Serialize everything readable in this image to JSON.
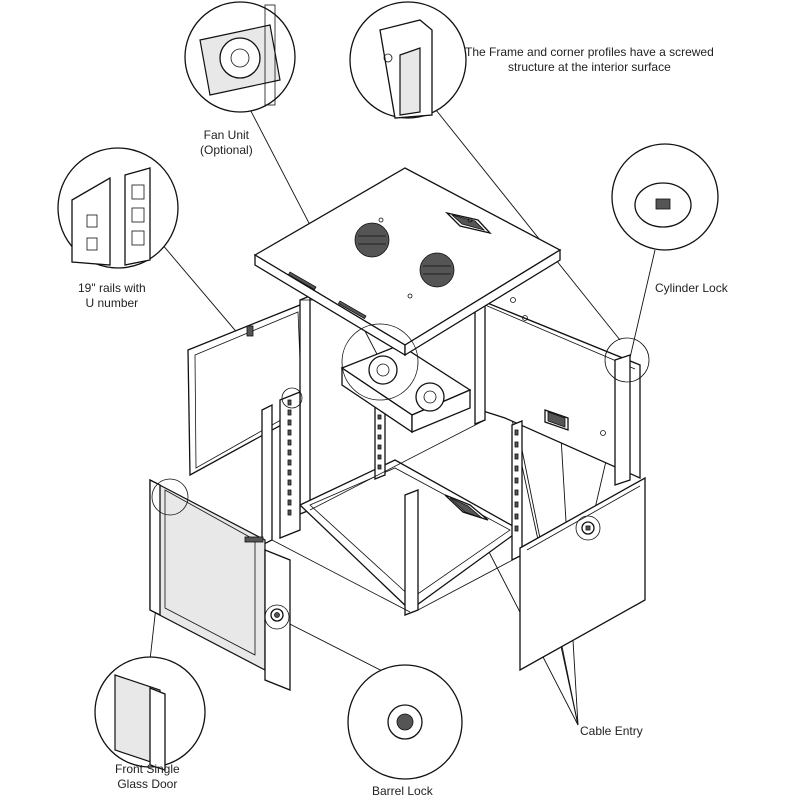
{
  "diagram": {
    "subject": "Wall mount rack cabinet exploded view",
    "labels": {
      "frame_note": [
        "The Frame and corner profiles have a screwed",
        "structure at the interior surface"
      ],
      "fan_unit": [
        "Fan Unit",
        "(Optional)"
      ],
      "rails": [
        "19\" rails with",
        "U number"
      ],
      "cylinder_lock": [
        "Cylinder Lock"
      ],
      "cable_entry": [
        "Cable Entry"
      ],
      "front_door": [
        "Front Single",
        "Glass Door"
      ],
      "barrel_lock": [
        "Barrel Lock"
      ]
    },
    "colors": {
      "line": "#111111",
      "panel_shade": "#e8e8e8",
      "text": "#222222"
    }
  }
}
